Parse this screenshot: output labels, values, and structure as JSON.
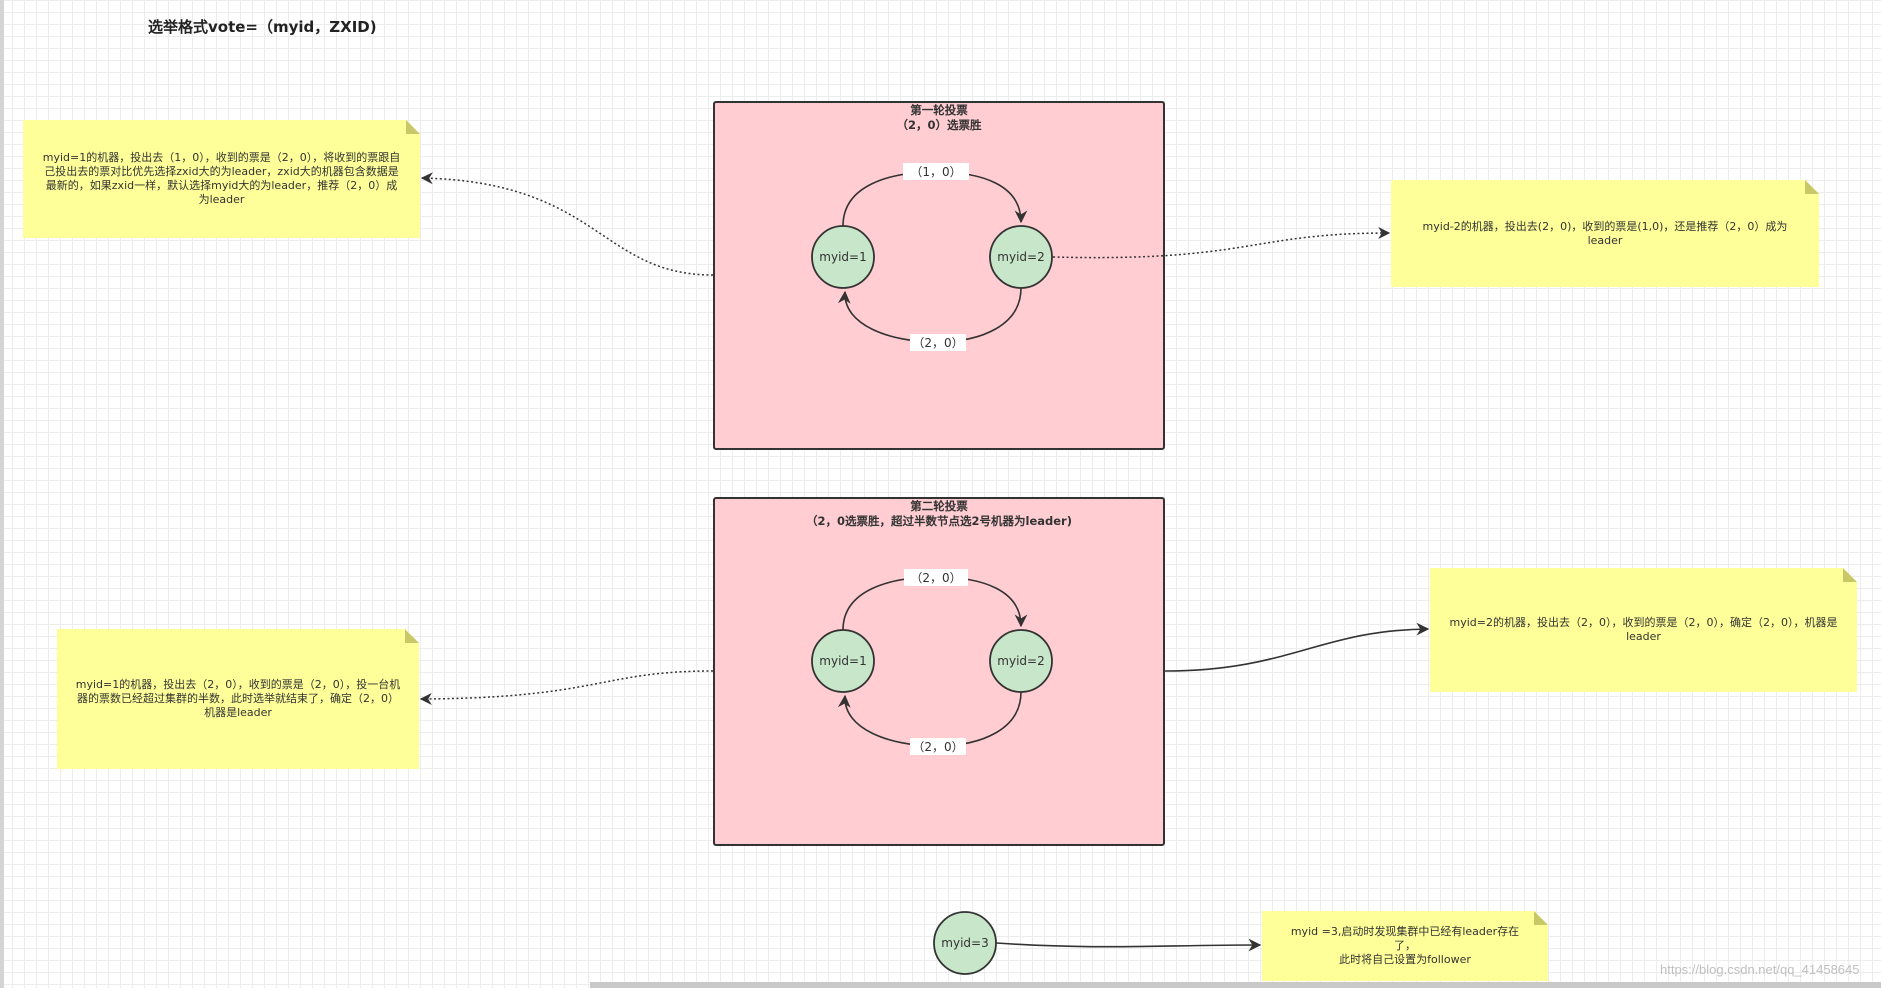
{
  "title": "选举格式vote=（myid，ZXID)",
  "round1": {
    "title_line1": "第一轮投票",
    "title_line2": "（2，0）选票胜",
    "node_a": "myid=1",
    "node_b": "myid=2",
    "edge_top": "（1，0）",
    "edge_bottom": "（2，0）"
  },
  "round2": {
    "title_line1": "第二轮投票",
    "title_line2": "（2，0选票胜，超过半数节点选2号机器为leader)",
    "node_a": "myid=1",
    "node_b": "myid=2",
    "edge_top": "（2，0）",
    "edge_bottom": "（2，0）"
  },
  "node3": "myid=3",
  "notes": {
    "note1": "myid=1的机器，投出去（1，0），收到的票是（2，0），将收到的票跟自己投出去的票对比优先选择zxid大的为leader，zxid大的机器包含数据是最新的，如果zxid一样，默认选择myid大的为leader，推荐（2，0）成为leader",
    "note2": "myid-2的机器，投出去(2，0)，收到的票是(1,0)，还是推荐（2，0）成为leader",
    "note3": "myid=1的机器，投出去（2，0），收到的票是（2，0），投一台机器的票数已经超过集群的半数，此时选举就结束了，确定（2，0）机器是leader",
    "note4": "myid=2的机器，投出去（2，0），收到的票是（2，0），确定（2，0），机器是leader",
    "note5_line1": "myid =3,启动时发现集群中已经有leader存在了，",
    "note5_line2": "此时将自己设置为follower"
  },
  "watermark": "https://blog.csdn.net/qq_41458645",
  "colors": {
    "round_box": "#ffcdd2",
    "node_fill": "#c8e6c9",
    "note_fill": "#ffff99",
    "stroke": "#333333"
  }
}
